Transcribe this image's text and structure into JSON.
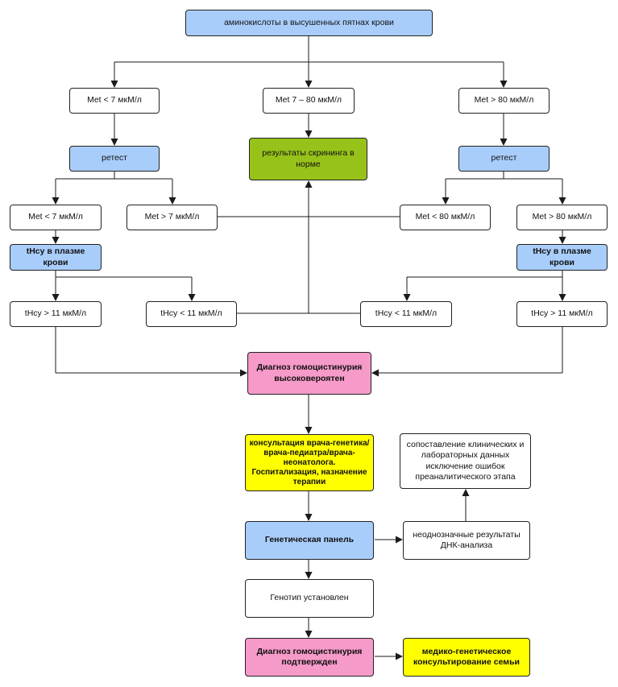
{
  "nodes": {
    "root": "аминокислоты в высушенных пятнах крови",
    "met_low": "Met < 7 мкМ/л",
    "met_mid": "Met 7 – 80 мкМ/л",
    "met_high": "Met > 80 мкМ/л",
    "retest_left": "ретест",
    "normal": "результаты скрининга в норме",
    "retest_right": "ретест",
    "l_met_low": "Met < 7 мкМ/л",
    "l_met_gt7": "Met > 7 мкМ/л",
    "r_met_lt80": "Met < 80 мкМ/л",
    "r_met_gt80": "Met > 80 мкМ/л",
    "thcy_left": "tHcy в плазме крови",
    "thcy_right": "tHcy в плазме крови",
    "l_thcy_gt11": "tHcy > 11 мкМ/л",
    "l_thcy_lt11": "tHcy < 11 мкМ/л",
    "r_thcy_lt11": "tHcy < 11 мкМ/л",
    "r_thcy_gt11": "tHcy > 11 мкМ/л",
    "diag_probable": "Диагноз гомоцистинурия высоковероятен",
    "consult": "консультация врача-генетика/врача-педиатра/врача-неонатолога. Госпитализация, назначение терапии",
    "compare": "сопоставление клинических и лабораторных данных исключение ошибок преаналитического этапа",
    "gen_panel": "Генетическая панель",
    "ambiguous": "неоднозначные результаты ДНК-анализа",
    "genotype": "Генотип установлен",
    "diag_confirmed": "Диагноз гомоцистинурия подтвержден",
    "counseling": "медико-генетическое консультирование семьи"
  },
  "colors": {
    "blue": "#a9cdfb",
    "green": "#97c21a",
    "pink": "#f59ac9",
    "yellow": "#ffff00",
    "line": "#1a1a1a"
  }
}
